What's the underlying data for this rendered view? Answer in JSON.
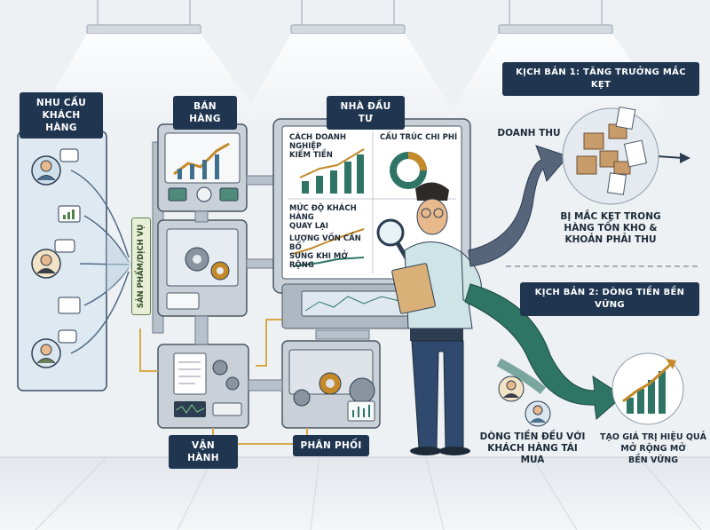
{
  "labels": {
    "customer_needs": "NHU CẦU\nKHÁCH HÀNG",
    "sales": "BÁN HÀNG",
    "investor": "NHÀ ĐẦU TƯ",
    "product_service": "SẢN PHẨM/DỊCH VỤ",
    "operations": "VẬN HÀNH",
    "distribution": "PHÂN PHỐI",
    "scenario1": "KỊCH BẢN 1: TĂNG TRƯỞNG MẮC KẸT",
    "revenue": "DOANH THU",
    "stuck": "BỊ MẮC KẸT TRONG\nHÀNG TỒN KHO &\nKHOẢN PHẢI THU",
    "scenario2": "KỊCH BẢN 2: DÒNG TIỀN BỀN VỮNG",
    "steady_cash": "DÒNG TIỀN ĐỀU VỚI\nKHÁCH HÀNG TÁI MUA",
    "efficiency": "TẠO GIÁ TRỊ HIỆU QUẢ\nMỞ RỘNG MỞ\nBỀN VỮNG"
  },
  "screen": {
    "q1": "CÁCH DOANH NGHIỆP\nKIẾM TIỀN",
    "q2": "CẤU TRÚC CHI PHÍ",
    "q3": "MỨC ĐỘ KHÁCH HÀNG\nQUAY LẠI",
    "q4": "LƯỢNG VỐN CẦN BỔ\nSUNG KHI MỞ RỘNG"
  },
  "colors": {
    "navy": "#1f3550",
    "slate_arrow": "#56657a",
    "green_arrow": "#2e7565",
    "machine": "#c9d0d8",
    "bg": "#eef1f4"
  }
}
